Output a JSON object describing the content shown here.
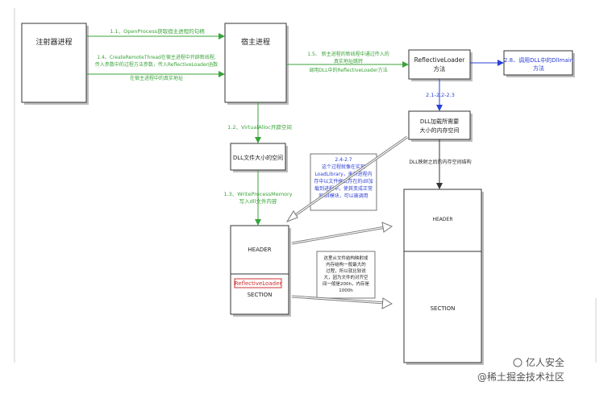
{
  "nodes": {
    "injector": "注射器进程",
    "host": "宿主进程",
    "reflective_loader": [
      "ReflectiveLoader",
      "方法"
    ],
    "call_dllmain": [
      "2.8、调用DLL中的Dllmain",
      "方法"
    ],
    "dll_size_space": "DLL文件大小的空间",
    "dll_load_space": [
      "DLL加载所需要",
      "大小的内存空间"
    ],
    "header_left": "HEADER",
    "section_left": "SECTION",
    "reflective_tag": "ReflectiveLoader",
    "header_right": "HEADER",
    "section_right": "SECTION"
  },
  "edges": {
    "e11": "1.1、OpenProcess获取宿主进程的句柄",
    "e14": [
      "1.4、CreateRemoteThread在宿主进程中开辟新线程,",
      "传入参数中的过程方法参数，传入ReflectiveLoader函数",
      "在宿主进程中的真实地址"
    ],
    "e15": [
      "1.5、 新主进程的新线程中通过传入的",
      "真实地址跳转",
      "调用DLL中的ReflectiveLoader方法"
    ],
    "e12": "1.2、VirtualAlloc开辟空间",
    "e13": [
      "1.3、WriteProcessMemory",
      "写入dll文件内容"
    ],
    "e21": "2.1-2.2-2.3",
    "e_map": "DLL映射之后的内存空间结构"
  },
  "notes": {
    "note1": [
      "2.4-2.7",
      "这个过程就像在实现",
      "LoadLibrary，来将进程内",
      "存中以文件格式存在的dll加",
      "载到进程中，使其变成正常",
      "的dll模块，可以被调用"
    ],
    "note2": [
      "这里从文件结构映射成",
      "内存结构一般最大的",
      "过程，所以就比较说",
      "大，因为文件的对齐空",
      "间一般是200h，内存是",
      "1000h"
    ]
  },
  "watermark": {
    "brand": "亿人安全",
    "community": "@稀土掘金技术社区"
  }
}
